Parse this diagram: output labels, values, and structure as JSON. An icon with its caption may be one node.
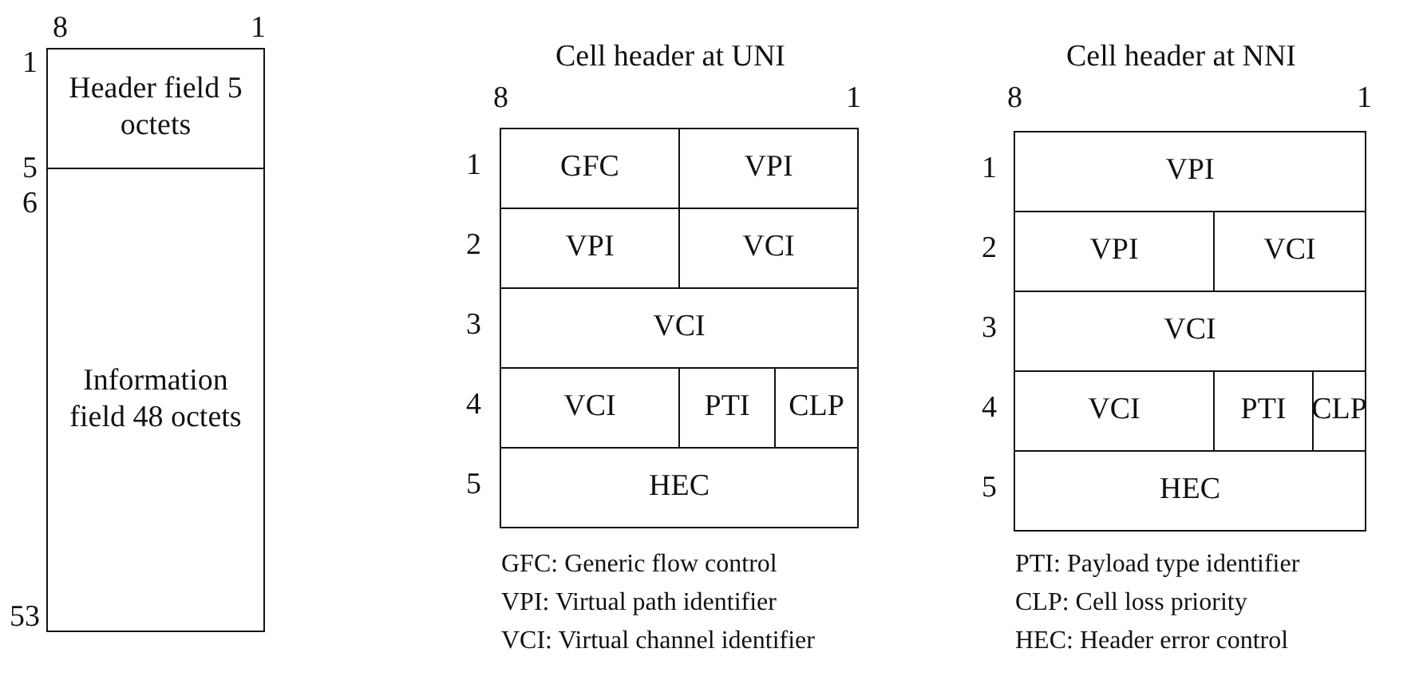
{
  "diagram": {
    "nodes": [
      {
        "text": [
          "Header field 5 octets"
        ]
      },
      {
        "text": [
          "Information field 48 octets"
        ]
      },
      {
        "text": [
          "Cell header at UNI"
        ]
      },
      {
        "text": [
          "GFC"
        ],
        "in": 2
      },
      {
        "text": [
          "VPI"
        ],
        "in": 2
      },
      {
        "text": [
          "VPI"
        ],
        "in": 2
      },
      {
        "text": [
          "VCI"
        ],
        "in": 2
      },
      {
        "text": [
          "VCI"
        ],
        "in": 2
      },
      {
        "text": [
          "VCI"
        ],
        "in": 2
      },
      {
        "text": [
          "PTI"
        ],
        "in": 2
      },
      {
        "text": [
          "CLP"
        ],
        "in": 2
      },
      {
        "text": [
          "HEC"
        ],
        "in": 2
      },
      {
        "text": [
          "Cell header at NNI"
        ]
      },
      {
        "text": [
          "VPI"
        ],
        "in": 12
      },
      {
        "text": [
          "VPI"
        ],
        "in": 12
      },
      {
        "text": [
          "VCI"
        ],
        "in": 12
      },
      {
        "text": [
          "VCI"
        ],
        "in": 12
      },
      {
        "text": [
          "VCI"
        ],
        "in": 12
      },
      {
        "text": [
          "PTI"
        ],
        "in": 12
      },
      {
        "text": [
          "CLP"
        ],
        "in": 12
      },
      {
        "text": [
          "HEC"
        ],
        "in": 12
      }
    ],
    "labels": [
      "8",
      "1",
      "1",
      "5",
      "6",
      "53",
      "8",
      "1",
      "1",
      "2",
      "3",
      "4",
      "5",
      "8",
      "1",
      "1",
      "2",
      "3",
      "4",
      "5",
      "GFC: Generic flow control",
      "VPI: Virtual path identifier",
      "VCI: Virtual channel identifier",
      "PTI: Payload type identifier",
      "CLP: Cell loss priority",
      "HEC: Header error control"
    ]
  }
}
